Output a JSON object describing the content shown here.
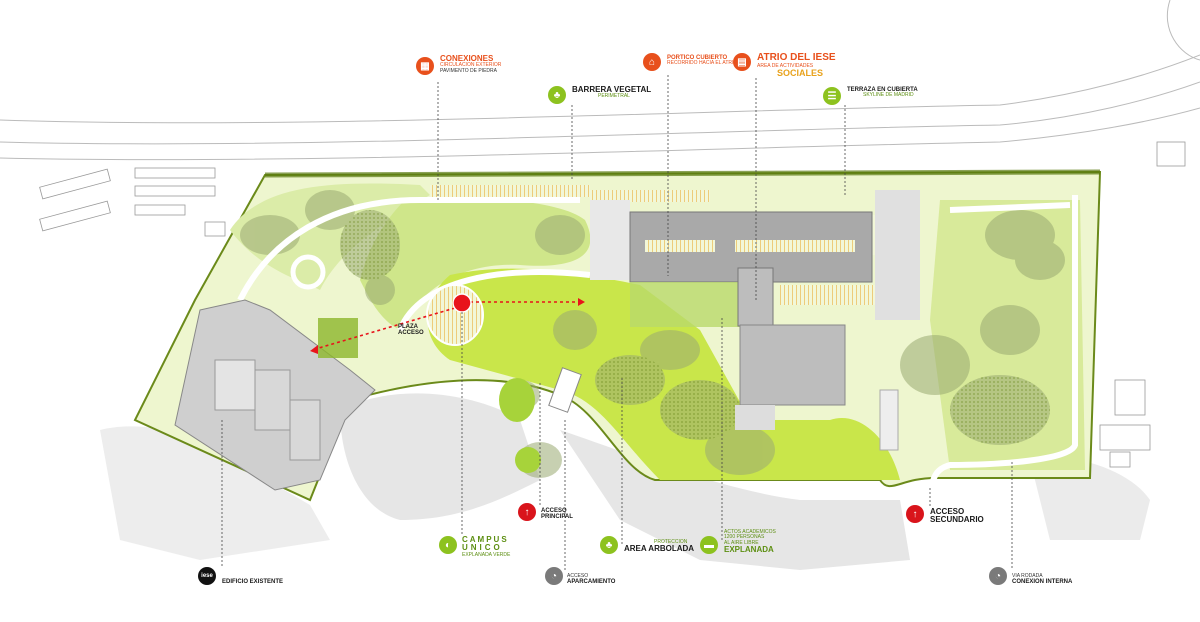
{
  "labels": {
    "conexiones": {
      "title": "CONEXIONES",
      "sub1": "CIRCULACION EXTERIOR",
      "sub2": "PAVIMENTO DE PIEDRA"
    },
    "barrera": {
      "title": "BARRERA VEGETAL",
      "sub": "PERIMETRAL"
    },
    "portico": {
      "title": "PORTICO CUBIERTO",
      "sub": "RECORRIDO HACIA EL ATRIO"
    },
    "atrio": {
      "title": "ATRIO DEL IESE",
      "sub": "AREA DE ACTIVIDADES",
      "big": "SOCIALES"
    },
    "terraza": {
      "title": "TERRAZA EN CUBIERTA",
      "sub": "SKYLINE DE MADRID"
    },
    "plaza": {
      "line1": "PLAZA",
      "line2": "ACCESO"
    },
    "campus": {
      "line1": "CAMPUS",
      "line2": "UNICO",
      "sub": "EXPLANADA VERDE"
    },
    "arbolada": {
      "title": "AREA ARBOLADA",
      "sub": "PROTECCION"
    },
    "explanada": {
      "title": "EXPLANADA",
      "sub1": "ACTOS ACADEMICOS",
      "sub2": "1200 PERSONAS",
      "sub3": "AL AIRE LIBRE"
    },
    "acceso_principal": {
      "line1": "ACCESO",
      "line2": "PRINCIPAL"
    },
    "acceso_secundario": {
      "line1": "ACCESO",
      "line2": "SECUNDARIO"
    },
    "acceso_aparcamiento": {
      "line1": "ACCESO",
      "line2": "APARCAMIENTO"
    },
    "via": {
      "line1": "VIA RODADA",
      "line2": "CONEXION INTERNA"
    },
    "edificio": {
      "title": "EDIFICIO EXISTENTE"
    }
  },
  "colors": {
    "accent_orange": "#e8501c",
    "accent_green": "#8dc21f",
    "accent_red": "#d9141b",
    "lime": "#c9e64a",
    "pale_green": "#e3f0b4"
  },
  "icons": [
    "pavement-icon",
    "tree-icon",
    "portico-icon",
    "atrium-icon",
    "terrace-icon",
    "campus-icon",
    "forest-icon",
    "lawn-icon",
    "access-icon",
    "parking-icon",
    "road-icon",
    "logo-icon"
  ]
}
